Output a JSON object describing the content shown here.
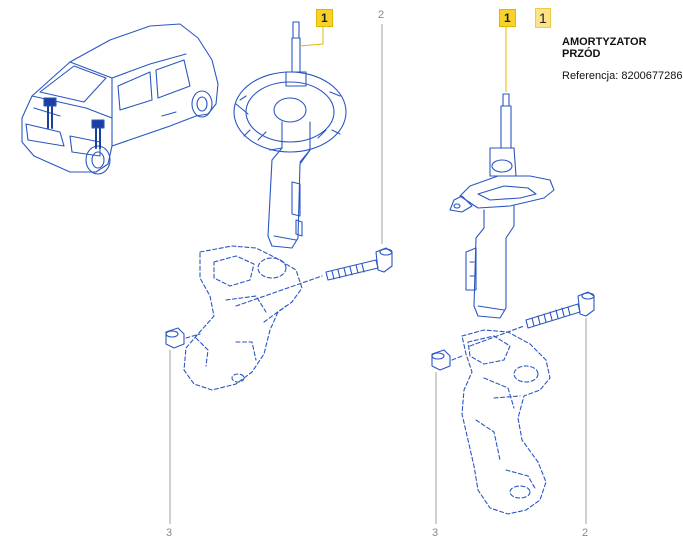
{
  "part": {
    "title": "AMORTYZATOR PRZÓD",
    "reference_label": "Referencja:",
    "reference_value": "8200677286",
    "highlight_number": "1"
  },
  "callouts": {
    "left_strut": "1",
    "left_bolt": "2",
    "left_nut": "3",
    "right_strut": "1",
    "right_nut": "3",
    "right_bolt": "2"
  },
  "colors": {
    "line": "#2b57c2",
    "leader": "#9a9a9a",
    "highlight": "#f7d22b"
  }
}
